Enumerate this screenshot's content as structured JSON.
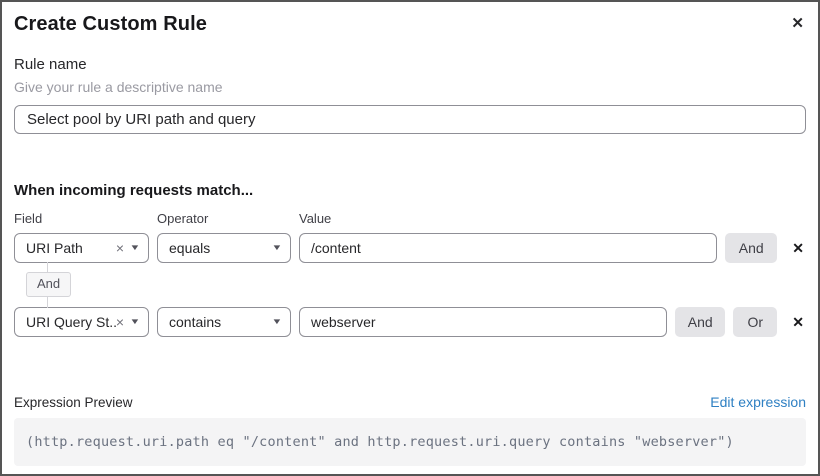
{
  "dialog": {
    "title": "Create Custom Rule"
  },
  "icons": {
    "close": "✕",
    "clear": "×",
    "caret": "▼",
    "remove": "✕"
  },
  "rule_name": {
    "label": "Rule name",
    "helper": "Give your rule a descriptive name",
    "value": "Select pool by URI path and query"
  },
  "match_section": {
    "heading": "When incoming requests match...",
    "columns": {
      "field": "Field",
      "operator": "Operator",
      "value": "Value"
    },
    "and_label": "And",
    "or_label": "Or",
    "connector_label": "And",
    "rows": [
      {
        "field": "URI Path",
        "operator": "equals",
        "value": "/content"
      },
      {
        "field": "URI Query St...",
        "operator": "contains",
        "value": "webserver"
      }
    ]
  },
  "expression": {
    "label": "Expression Preview",
    "edit_link": "Edit expression",
    "code": "(http.request.uri.path eq \"/content\" and http.request.uri.query contains \"webserver\")"
  },
  "colors": {
    "link_blue": "#2f80c3",
    "button_gray": "#e4e4e7",
    "code_bg": "#f4f4f5",
    "border_gray": "#8f8f96"
  }
}
